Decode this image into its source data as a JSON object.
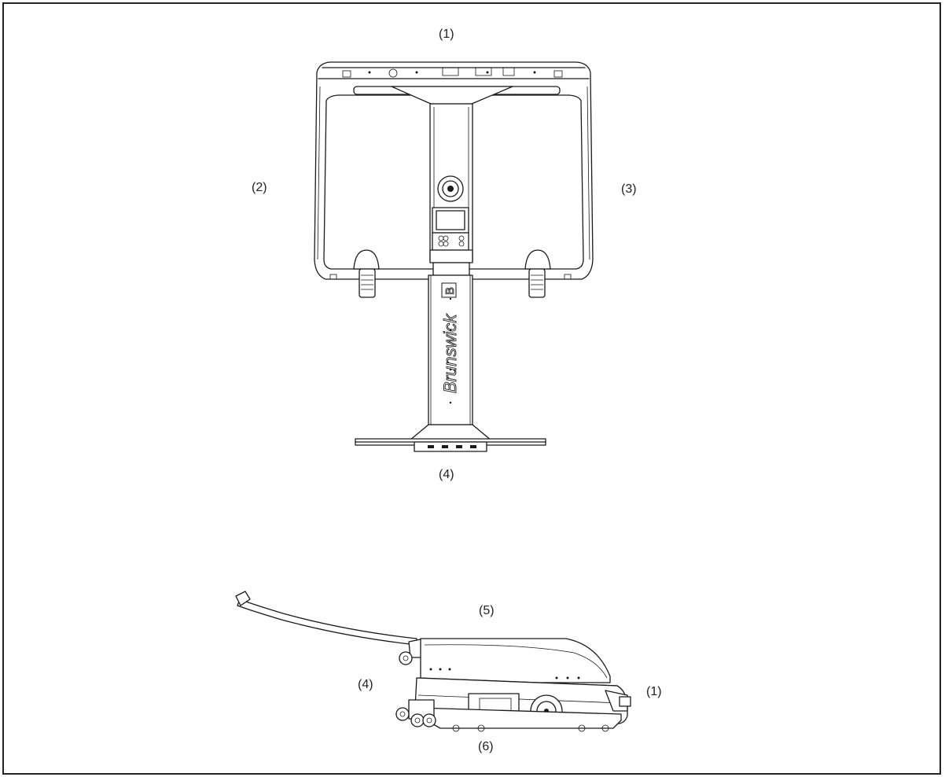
{
  "labels": {
    "top_view": {
      "front": "(1)",
      "left": "(2)",
      "right": "(3)",
      "rear": "(4)"
    },
    "side_view": {
      "top": "(5)",
      "rear": "(4)",
      "front": "(1)",
      "bottom": "(6)"
    }
  },
  "brand": {
    "name": "Brunswick",
    "mark": "B"
  }
}
